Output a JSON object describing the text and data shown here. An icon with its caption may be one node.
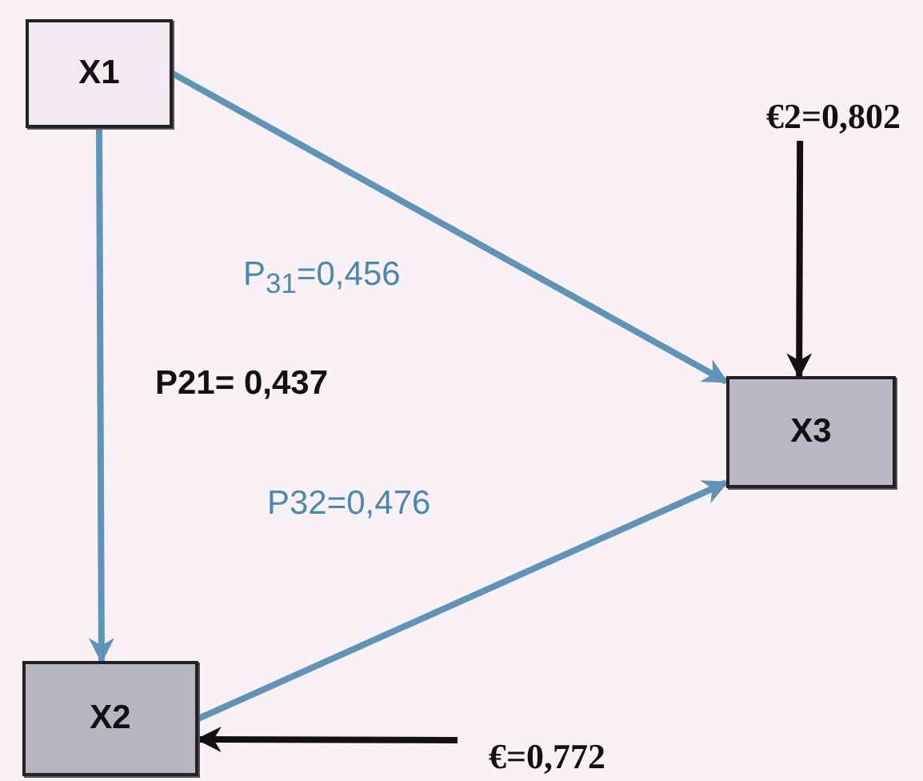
{
  "diagram": {
    "nodes": [
      {
        "text": [
          "X1"
        ]
      },
      {
        "text": [
          "X3"
        ]
      },
      {
        "text": [
          "X2"
        ]
      },
      {
        "text": [
          "€2=0,802"
        ]
      },
      {
        "text": [
          "€=0,772"
        ]
      }
    ],
    "edges": [
      {
        "from": 0,
        "to": 1,
        "arrow": "to",
        "label": "P$_{31}$=0,456"
      },
      {
        "from": 0,
        "to": 2,
        "arrow": "to",
        "label": "P21= 0,437"
      },
      {
        "from": 2,
        "to": 1,
        "arrow": "to",
        "label": "P32=0,476"
      },
      {
        "from": 3,
        "to": 1,
        "arrow": "to",
        "color": "#111111"
      },
      {
        "from": 4,
        "to": 2,
        "arrow": "to",
        "color": "#111111"
      }
    ]
  }
}
